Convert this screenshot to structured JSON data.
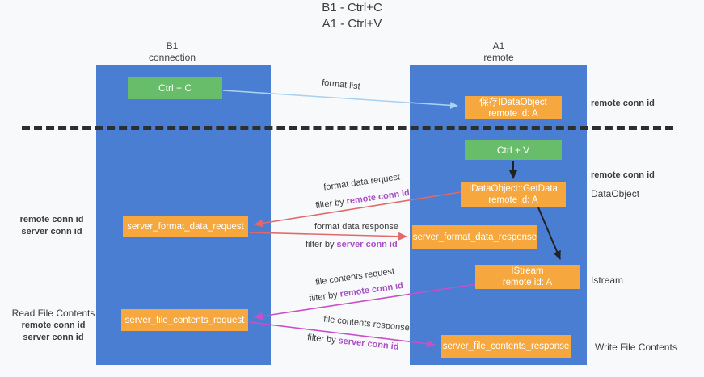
{
  "title": {
    "line1": "B1 - Ctrl+C",
    "line2": "A1 - Ctrl+V"
  },
  "lanes": {
    "left": {
      "title": "B1",
      "subtitle": "connection"
    },
    "right": {
      "title": "A1",
      "subtitle": "remote"
    }
  },
  "nodes": {
    "ctrl_c": {
      "label": "Ctrl + C"
    },
    "ctrl_v": {
      "label": "Ctrl + V"
    },
    "save_idataobject": {
      "line1": "保存IDataObject",
      "line2": "remote id: A"
    },
    "getdata": {
      "line1": "IDataObject::GetData",
      "line2": "remote id: A"
    },
    "istream": {
      "line1": "IStream",
      "line2": "remote id: A"
    },
    "server_format_data_request": {
      "label": "server_format_data_request"
    },
    "server_format_data_response": {
      "label": "server_format_data_response"
    },
    "server_file_contents_request": {
      "label": "server_file_contents_request"
    },
    "server_file_contents_response": {
      "label": "server_file_contents_response"
    }
  },
  "edge_labels": {
    "format_list": "format list",
    "format_data_request": "format data request",
    "format_data_response": "format data response",
    "file_contents_request": "file contents request",
    "file_contents_response": "file contents response",
    "filter_by": "filter by ",
    "remote_conn_id": "remote conn id",
    "server_conn_id": "server conn id"
  },
  "side_labels": {
    "dataobject": "DataObject",
    "istream": "Istream",
    "write_file_contents": "Write File Contents",
    "read_file_contents": "Read File Contents"
  },
  "colors": {
    "lane_blue": "#4a7ed2",
    "node_orange": "#f6a73e",
    "node_green": "#68bd6b",
    "arrow_light_blue": "#a9d2f0",
    "arrow_red": "#e06a6a",
    "arrow_magenta": "#c94fc6",
    "arrow_black": "#222222",
    "text_purple": "#a94fc6",
    "text_green": "#53ae57",
    "background": "#f8f9fb"
  }
}
